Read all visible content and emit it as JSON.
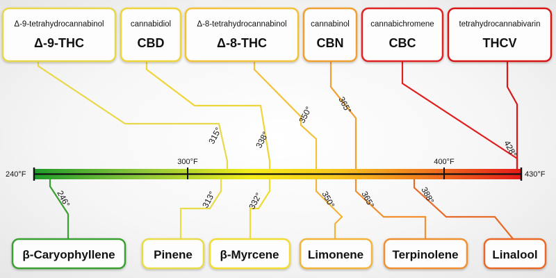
{
  "scale": {
    "min_f": 240,
    "max_f": 430,
    "tick_values": [
      300,
      400
    ],
    "end_labels": [
      "240°F",
      "430°F"
    ],
    "tick_labels": [
      "300°F",
      "400°F"
    ]
  },
  "cannabinoids": [
    {
      "name": "Δ-9-tetrahydrocannabinol",
      "abbr": "Δ-9-THC",
      "temp_f": 315,
      "temp_label": "315°",
      "color": "#e8d84a"
    },
    {
      "name": "cannabidiol",
      "abbr": "CBD",
      "temp_f": 338,
      "temp_label": "338°",
      "color": "#f0d43a"
    },
    {
      "name": "Δ-8-tetrahydrocannabinol",
      "abbr": "Δ-8-THC",
      "temp_f": 350,
      "temp_label": "350°",
      "color": "#f2c23a"
    },
    {
      "name": "cannabinol",
      "abbr": "CBN",
      "temp_f": 365,
      "temp_label": "365°",
      "color": "#f0a030"
    },
    {
      "name": "cannabichromene",
      "abbr": "CBC",
      "temp_f": 428,
      "temp_label": "",
      "color": "#e02020"
    },
    {
      "name": "tetrahydrocannabivarin",
      "abbr": "THCV",
      "temp_f": 428,
      "temp_label": "428°",
      "color": "#d81818"
    }
  ],
  "terpenes": [
    {
      "name": "β-Caryophyllene",
      "temp_f": 246,
      "temp_label": "246°",
      "color": "#3aa030"
    },
    {
      "name": "Pinene",
      "temp_f": 313,
      "temp_label": "313°",
      "color": "#e8dc4a"
    },
    {
      "name": "β-Myrcene",
      "temp_f": 332,
      "temp_label": "332°",
      "color": "#f0dc30"
    },
    {
      "name": "Limonene",
      "temp_f": 350,
      "temp_label": "350°",
      "color": "#f2b43a"
    },
    {
      "name": "Terpinolene",
      "temp_f": 365,
      "temp_label": "365°",
      "color": "#f09030"
    },
    {
      "name": "Linalool",
      "temp_f": 388,
      "temp_label": "388°",
      "color": "#e86a28"
    }
  ]
}
